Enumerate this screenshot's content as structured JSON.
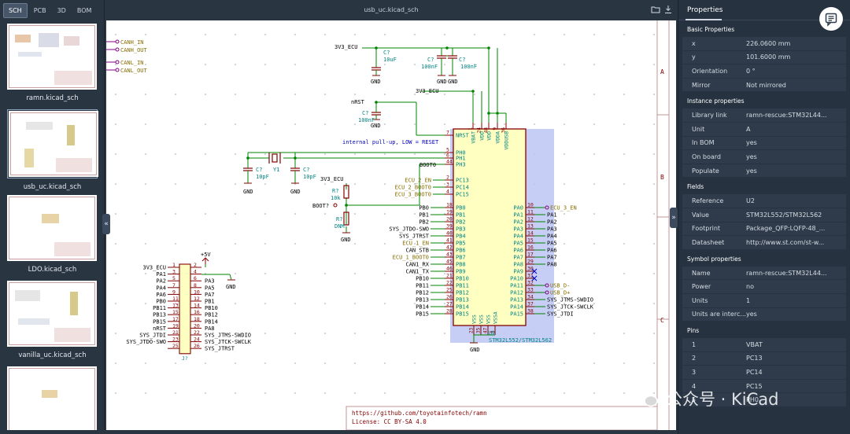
{
  "tabs": [
    {
      "label": "SCH",
      "active": true
    },
    {
      "label": "PCB",
      "active": false
    },
    {
      "label": "3D",
      "active": false
    },
    {
      "label": "BOM",
      "active": false
    }
  ],
  "sheets": [
    {
      "label": "ramn.kicad_sch"
    },
    {
      "label": "usb_uc.kicad_sch",
      "selected": true
    },
    {
      "label": "LDO.kicad_sch"
    },
    {
      "label": "vanilla_uc.kicad_sch"
    },
    {
      "label": ""
    }
  ],
  "file_title": "usb_uc.kicad_sch",
  "properties": {
    "title": "Properties",
    "sections": [
      {
        "name": "Basic Properties",
        "rows": [
          {
            "k": "x",
            "v": "226.0600 mm"
          },
          {
            "k": "y",
            "v": "101.6000 mm"
          },
          {
            "k": "Orientation",
            "v": "0 °"
          },
          {
            "k": "Mirror",
            "v": "Not mirrored"
          }
        ]
      },
      {
        "name": "Instance properties",
        "rows": [
          {
            "k": "Library link",
            "v": "ramn-rescue:STM32L44..."
          },
          {
            "k": "Unit",
            "v": "A"
          },
          {
            "k": "In BOM",
            "v": "yes"
          },
          {
            "k": "On board",
            "v": "yes"
          },
          {
            "k": "Populate",
            "v": "yes"
          }
        ]
      },
      {
        "name": "Fields",
        "rows": [
          {
            "k": "Reference",
            "v": "U2"
          },
          {
            "k": "Value",
            "v": "STM32L552/STM32L562"
          },
          {
            "k": "Footprint",
            "v": "Package_QFP:LQFP-48_..."
          },
          {
            "k": "Datasheet",
            "v": "http://www.st.com/st-w..."
          }
        ]
      },
      {
        "name": "Symbol properties",
        "rows": [
          {
            "k": "Name",
            "v": "ramn-rescue:STM32L44..."
          },
          {
            "k": "Power",
            "v": "no"
          },
          {
            "k": "Units",
            "v": "1"
          },
          {
            "k": "Units are interc...",
            "v": "yes"
          }
        ]
      },
      {
        "name": "Pins",
        "rows": [
          {
            "k": "1",
            "v": "VBAT"
          },
          {
            "k": "2",
            "v": "PC13"
          },
          {
            "k": "3",
            "v": "PC14"
          },
          {
            "k": "4",
            "v": "PC15"
          },
          {
            "k": "5",
            "v": "PH0"
          }
        ]
      }
    ]
  },
  "schematic": {
    "top_labels": [
      "CANH_IN",
      "CANH_OUT",
      "CANL_IN",
      "CANL_OUT"
    ],
    "net_3v3": "3V3_ECU",
    "c_top": {
      "ref": "C?",
      "val": "10uF"
    },
    "c_pair_left": {
      "ref": "C?",
      "val": "100nF"
    },
    "c_pair_right": {
      "ref": "C?",
      "val": "100nF"
    },
    "gnd": "GND",
    "nrst": "nRST",
    "c_nrst": {
      "ref": "C?",
      "val": "100nF"
    },
    "note": "internal pull-up, LOW = RESET",
    "boot0": "BOOT0",
    "c_x1": {
      "ref": "C?",
      "val": "10pF"
    },
    "c_x2": {
      "ref": "C?",
      "val": "10pF"
    },
    "xtal": "Y1",
    "r1": {
      "ref": "R?",
      "val": "10k"
    },
    "r2": {
      "ref": "R?",
      "val": "DNM"
    },
    "boot_label": "BOOT?",
    "ecu_left": [
      "ECU_2_EN",
      "ECU_2_BOOT0",
      "ECU_3_BOOT0"
    ],
    "ecu_left_nets": [
      "PB0",
      "PB1",
      "PB2",
      "SYS_JTDO-SWO",
      "SYS_JTRST",
      "ECU_1_EN",
      "CAN_STB",
      "ECU_1_BOOT0",
      "CAN1_RX",
      "CAN1_TX",
      "PB10",
      "PB11",
      "PB12",
      "PB13",
      "PB14",
      "PB15"
    ],
    "ic_left_pins": [
      {
        "n": "7",
        "name": "NRST"
      },
      {
        "n": "5",
        "name": "PH0"
      },
      {
        "n": "6",
        "name": "PH1"
      },
      {
        "n": "44",
        "name": "PH3"
      },
      {
        "n": "2",
        "name": "PC13"
      },
      {
        "n": "3",
        "name": "PC14"
      },
      {
        "n": "4",
        "name": "PC15"
      },
      {
        "n": "18",
        "name": "PB0"
      },
      {
        "n": "19",
        "name": "PB1"
      },
      {
        "n": "20",
        "name": "PB2"
      },
      {
        "n": "39",
        "name": "PB3"
      },
      {
        "n": "40",
        "name": "PB4"
      },
      {
        "n": "41",
        "name": "PB5"
      },
      {
        "n": "42",
        "name": "PB6"
      },
      {
        "n": "43",
        "name": "PB7"
      },
      {
        "n": "45",
        "name": "PB8"
      },
      {
        "n": "46",
        "name": "PB9"
      },
      {
        "n": "21",
        "name": "PB10"
      },
      {
        "n": "22",
        "name": "PB11"
      },
      {
        "n": "25",
        "name": "PB12"
      },
      {
        "n": "26",
        "name": "PB13"
      },
      {
        "n": "27",
        "name": "PB14"
      },
      {
        "n": "28",
        "name": "PB15"
      }
    ],
    "ic_right_pins": [
      {
        "n": "10",
        "name": "PA0"
      },
      {
        "n": "11",
        "name": "PA1"
      },
      {
        "n": "12",
        "name": "PA2"
      },
      {
        "n": "13",
        "name": "PA3"
      },
      {
        "n": "14",
        "name": "PA4"
      },
      {
        "n": "15",
        "name": "PA5"
      },
      {
        "n": "16",
        "name": "PA6"
      },
      {
        "n": "17",
        "name": "PA7"
      },
      {
        "n": "29",
        "name": "PA8"
      },
      {
        "n": "30",
        "name": "PA9"
      },
      {
        "n": "31",
        "name": "PA10"
      },
      {
        "n": "32",
        "name": "PA11"
      },
      {
        "n": "33",
        "name": "PA12"
      },
      {
        "n": "34",
        "name": "PA13"
      },
      {
        "n": "37",
        "name": "PA14"
      },
      {
        "n": "38",
        "name": "PA15"
      }
    ],
    "ic_right_nets": [
      "ECU_3_EN",
      "PA1",
      "PA2",
      "PA3",
      "PA4",
      "PA5",
      "PA6",
      "PA7",
      "PA8",
      "",
      "",
      "USB_D-",
      "USB_D+",
      "SYS_JTMS-SWDIO",
      "SYS_JTCK-SWCLK",
      "SYS_JTDI"
    ],
    "ic_top_pins": [
      {
        "n": "1",
        "name": "VBAT"
      },
      {
        "n": "24",
        "name": "VDD"
      },
      {
        "n": "48",
        "name": "VDD"
      },
      {
        "n": "9",
        "name": "VDDA"
      },
      {
        "n": "36",
        "name": "VDDUSB"
      }
    ],
    "ic_bottom_pins": [
      {
        "n": "23",
        "name": "VSS"
      },
      {
        "n": "35",
        "name": "VSS"
      },
      {
        "n": "47",
        "name": "VSS"
      },
      {
        "n": "8",
        "name": "VSSA"
      }
    ],
    "ic_ref": "U2",
    "ic_val": "STM32L552/STM32L562",
    "conn": {
      "ref": "J?",
      "power": "+5V",
      "rows": [
        {
          "l": "3V3_ECU",
          "ln": "1",
          "rn": "2",
          "r": ""
        },
        {
          "l": "PA1",
          "ln": "3",
          "rn": "4",
          "r": ""
        },
        {
          "l": "PA2",
          "ln": "5",
          "rn": "6",
          "r": "PA3"
        },
        {
          "l": "PA4",
          "ln": "7",
          "rn": "8",
          "r": "PA5"
        },
        {
          "l": "PA6",
          "ln": "9",
          "rn": "10",
          "r": "PA7"
        },
        {
          "l": "PB0",
          "ln": "11",
          "rn": "12",
          "r": "PB1"
        },
        {
          "l": "PB11",
          "ln": "13",
          "rn": "14",
          "r": "PB10"
        },
        {
          "l": "PB13",
          "ln": "15",
          "rn": "16",
          "r": "PB12"
        },
        {
          "l": "PB15",
          "ln": "17",
          "rn": "18",
          "r": "PB14"
        },
        {
          "l": "nRST",
          "ln": "19",
          "rn": "20",
          "r": "PA8"
        },
        {
          "l": "SYS_JTDI",
          "ln": "21",
          "rn": "22",
          "r": "SYS_JTMS-SWDIO"
        },
        {
          "l": "SYS_JTDO-SWO",
          "ln": "23",
          "rn": "24",
          "r": "SYS_JTCK-SWCLK"
        },
        {
          "l": "",
          "ln": "25",
          "rn": "26",
          "r": "SYS_JTRST"
        }
      ],
      "gnd": "GND"
    },
    "border_letters": [
      "A",
      "B",
      "C"
    ],
    "title_block": [
      "https://github.com/toyotainfotech/ramn",
      "License: CC BY-SA 4.0"
    ]
  },
  "watermark": "公众号 · KiCad",
  "colors": {
    "wire": "#008400",
    "pin": "#840000",
    "body": "#ffffc2",
    "text": "#000000",
    "netlabel": "#846d00",
    "global": "#840084",
    "hilite": "#bcc6f3",
    "note": "#0000c2"
  }
}
